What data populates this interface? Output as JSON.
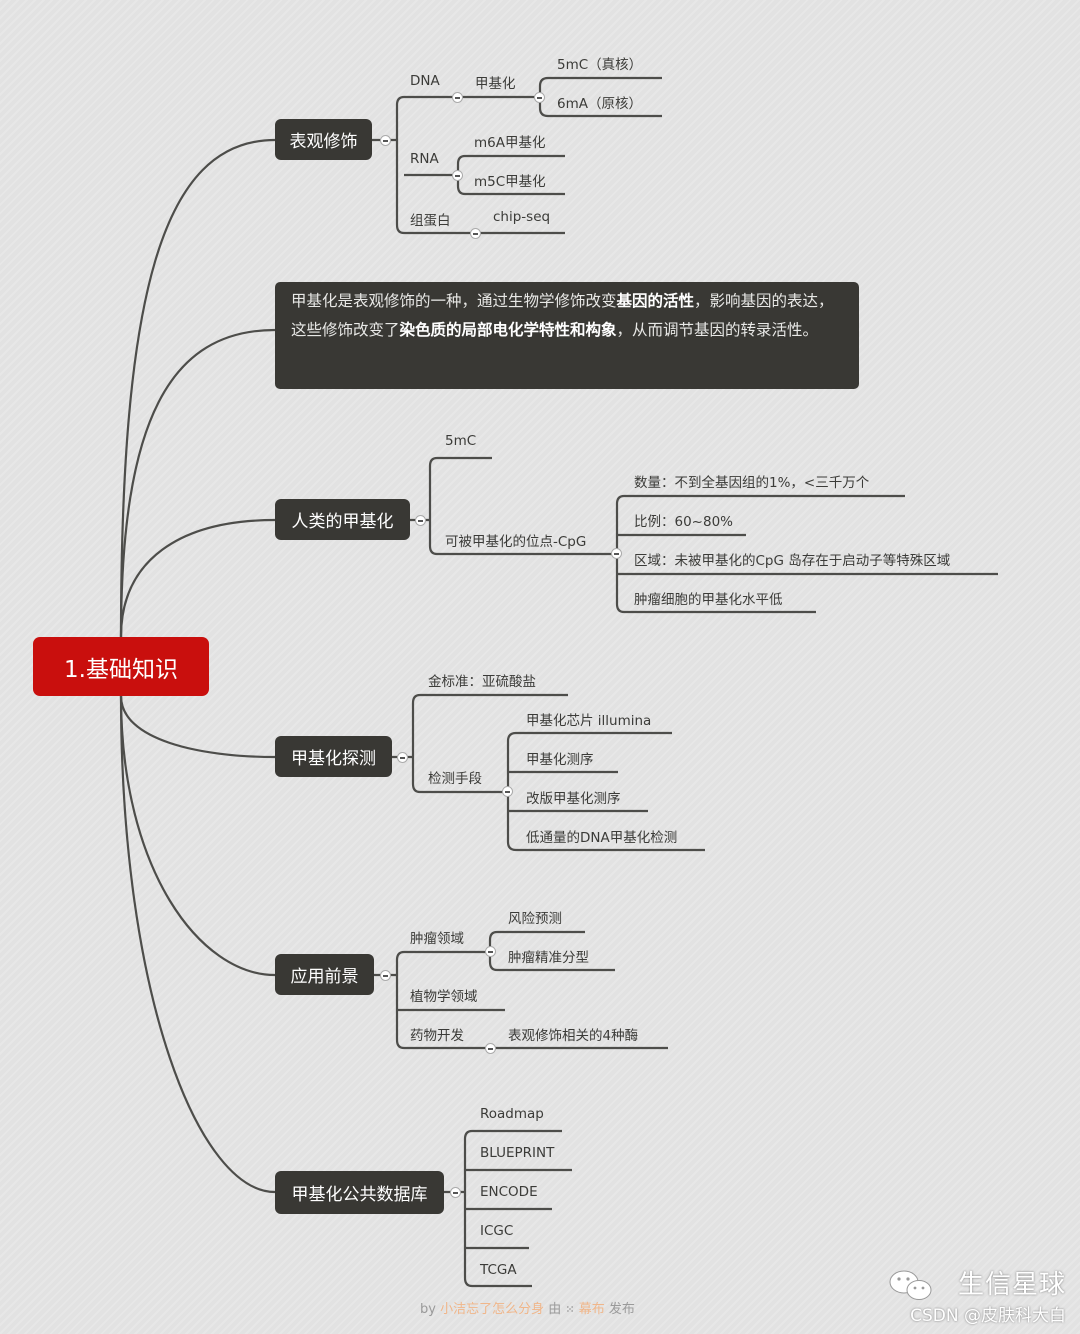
{
  "root": {
    "label": "1.基础知识",
    "color": "#c90f0d"
  },
  "branches": {
    "epigenetics": {
      "label": "表观修饰",
      "dna": "DNA",
      "dna_methylation": "甲基化",
      "m5c_euk": "5mC（真核）",
      "m6a_prok": "6mA（原核）",
      "rna": "RNA",
      "m6a": "m6A甲基化",
      "m5c": "m5C甲基化",
      "histone": "组蛋白",
      "chipseq": "chip-seq"
    },
    "description": {
      "part1": "甲基化是表观修饰的一种，通过生物学修饰改变",
      "bold1": "基因的活性",
      "part2": "，影响基因的表达，这些修饰改变了",
      "bold2": "染色质的局部电化学特性和构象",
      "part3": "，从而调节基因的转录活性。"
    },
    "human": {
      "label": "人类的甲基化",
      "c5mc": "5mC",
      "cpg": "可被甲基化的位点-CpG",
      "count": "数量：不到全基因组的1%，<三千万个",
      "ratio": "比例：60~80%",
      "region": "区域：未被甲基化的CpG 岛存在于启动子等特殊区域",
      "tumor": "肿瘤细胞的甲基化水平低"
    },
    "detection": {
      "label": "甲基化探测",
      "gold": "金标准：亚硫酸盐",
      "methods": "检测手段",
      "chip": "甲基化芯片 illumina",
      "seq": "甲基化测序",
      "modseq": "改版甲基化测序",
      "lowthru": "低通量的DNA甲基化检测"
    },
    "application": {
      "label": "应用前景",
      "tumor_field": "肿瘤领域",
      "risk": "风险预测",
      "subtype": "肿瘤精准分型",
      "plant": "植物学领域",
      "drug": "药物开发",
      "enzymes": "表观修饰相关的4种酶"
    },
    "databases": {
      "label": "甲基化公共数据库",
      "items": [
        "Roadmap",
        "BLUEPRINT",
        "ENCODE",
        "ICGC",
        "TCGA"
      ]
    }
  },
  "footer": {
    "by": "by",
    "author": "小洁忘了怎么分身",
    "via": "由",
    "app": "幕布",
    "publish": "发布"
  },
  "watermark": {
    "title": "生信星球",
    "csdn": "CSDN @皮肤科大白"
  }
}
